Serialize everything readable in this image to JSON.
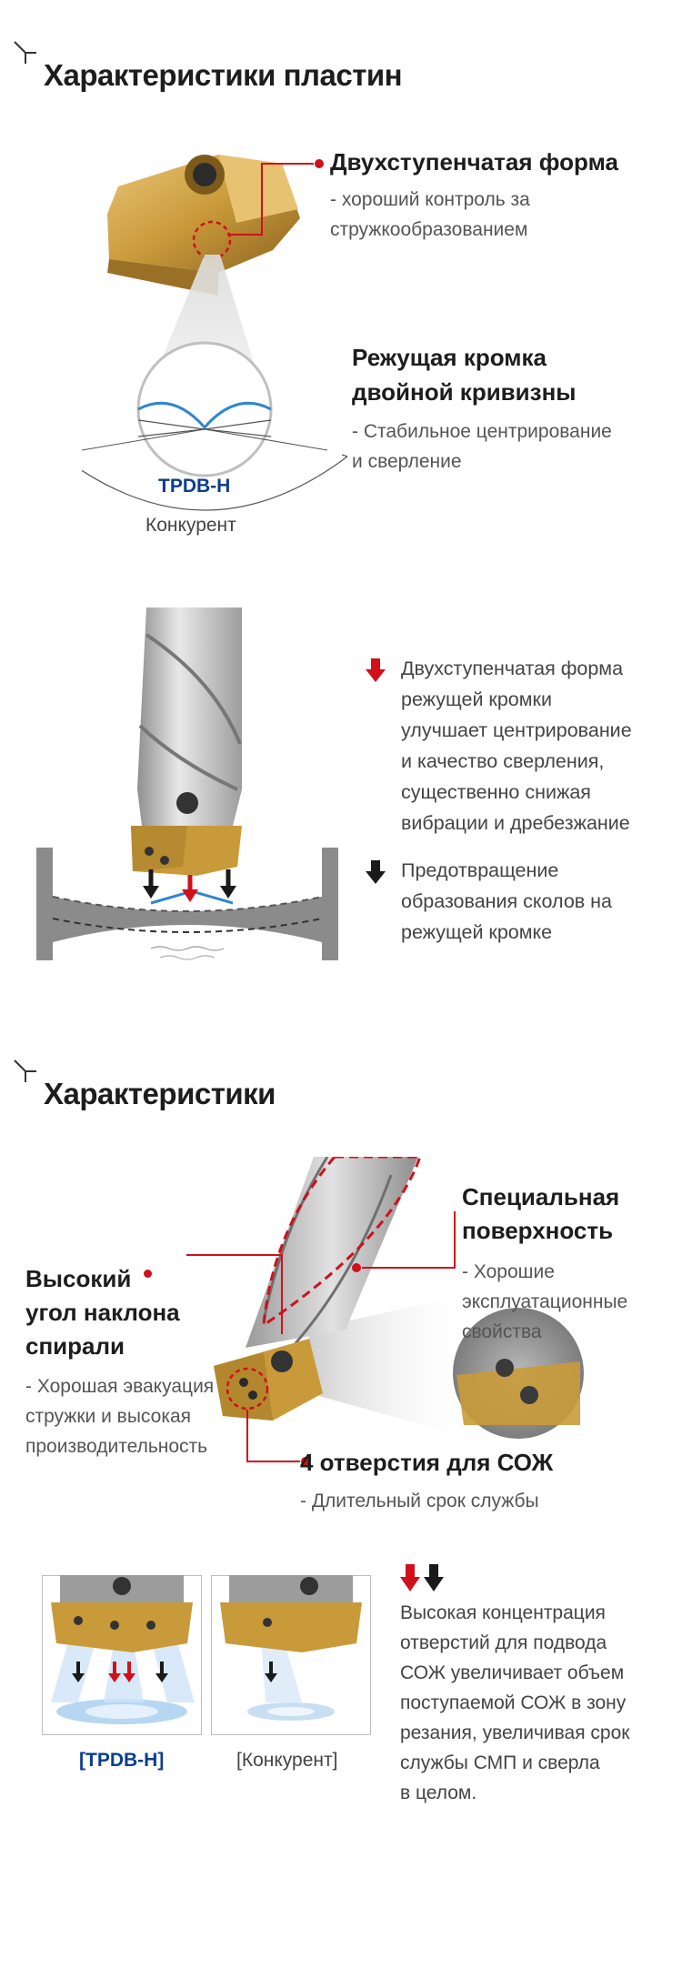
{
  "section1": {
    "title": "Характеристики пластин",
    "feature1": {
      "title": "Двухступенчатая форма",
      "desc": "- хороший контроль за\n  стружкообразованием"
    },
    "feature2": {
      "title": "Режущая кромка\nдвойной кривизны",
      "desc": "- Стабильное центрирование\n  и сверление"
    },
    "label_tpdb": "TPDB-H",
    "label_competitor": "Конкурент",
    "point1": "Двухступенчатая форма\nрежущей кромки\nулучшает центрирование\nи качество сверления,\nсущественно снижая\nвибрации и дребезжание",
    "point2": "Предотвращение\nобразования сколов на\nрежущей кромке"
  },
  "section2": {
    "title": "Характеристики",
    "feature_surface": {
      "title": "Специальная\nповерхность",
      "desc": "- Хорошие\n  эксплуатационные\n  свойства"
    },
    "feature_helix": {
      "title": "Высокий\nугол наклона\nспирали",
      "desc": "- Хорошая эвакуация\n  стружки и высокая\n  производительность"
    },
    "feature_coolant": {
      "title": "4 отверстия для СОЖ",
      "desc": "- Длительный срок службы"
    },
    "label_tpdb": "[TPDB-H]",
    "label_competitor": "[Конкурент]",
    "coolant_note": "Высокая концентрация\nотверстий для подвода\nСОЖ увеличивает объем\nпоступаемой СОЖ в зону\nрезания, увеличивая срок\nслужбы СМП и сверла\nв целом."
  },
  "colors": {
    "accent_red": "#d0101b",
    "navy": "#0c3e8c",
    "gold": "#c99a3a",
    "steel": "#a9a9a9"
  }
}
